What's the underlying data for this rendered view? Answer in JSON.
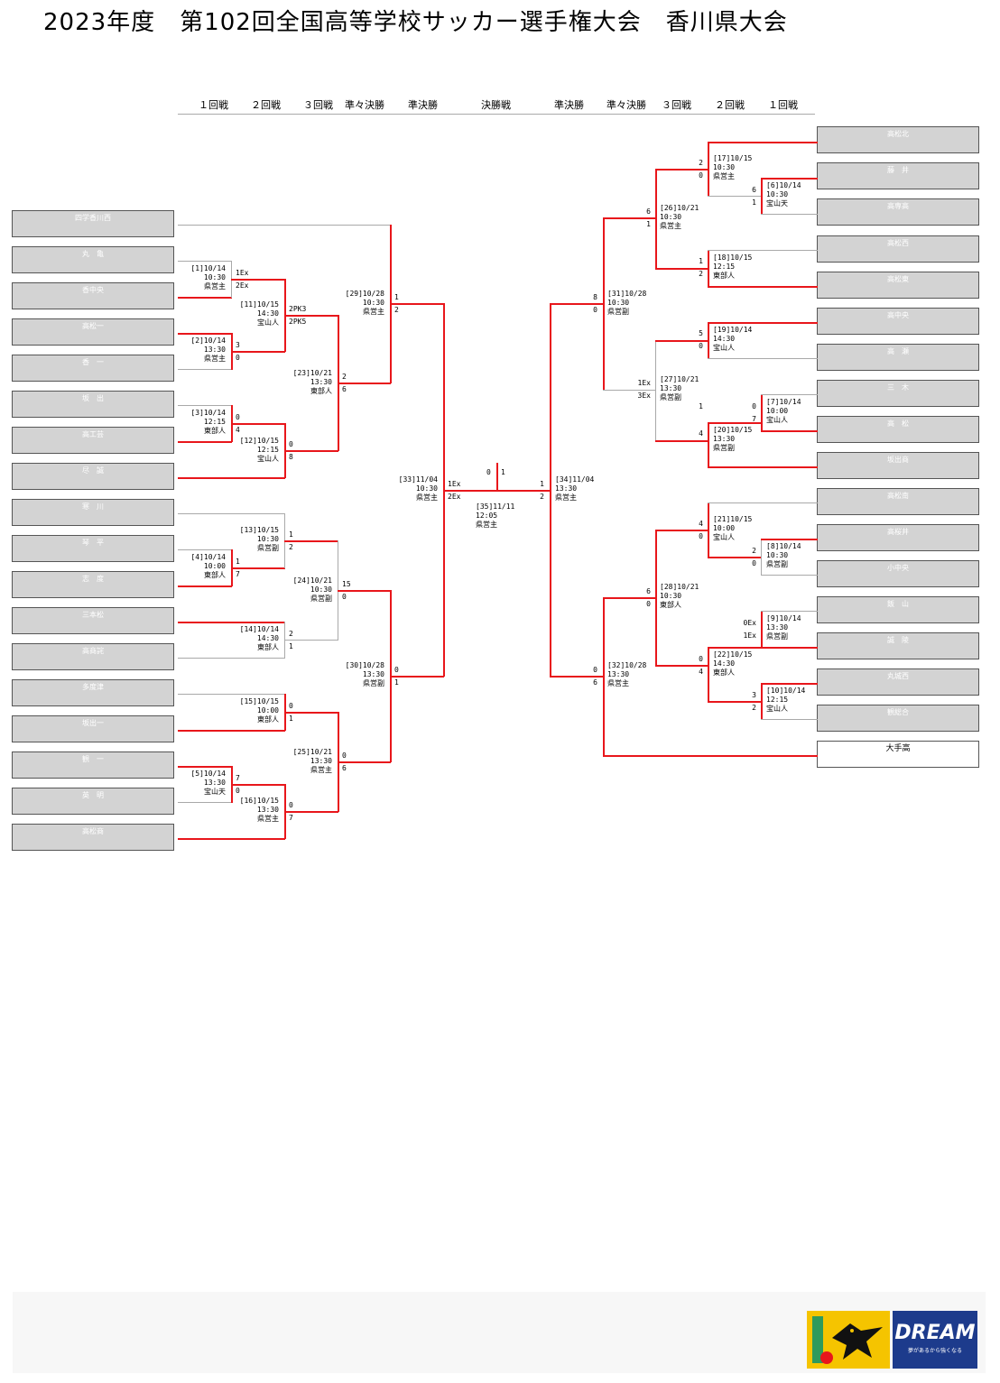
{
  "title": "2023年度　第102回全国高等学校サッカー選手権大会　香川県大会",
  "round_headers_left": [
    "１回戦",
    "２回戦",
    "３回戦",
    "準々決勝",
    "準決勝",
    "決勝戦"
  ],
  "round_headers_right": [
    "準決勝",
    "準々決勝",
    "３回戦",
    "２回戦",
    "１回戦"
  ],
  "left_teams": [
    "四学香川西",
    "丸　亀",
    "香中央",
    "高松一",
    "香　一",
    "坂　出",
    "高工芸",
    "尽　誠",
    "寒　川",
    "琴　平",
    "志　度",
    "三本松",
    "高商詫",
    "多度津",
    "坂出一",
    "観　一",
    "英　明",
    "高松商"
  ],
  "right_teams": [
    "高松北",
    "藤　井",
    "高専高",
    "高松西",
    "高松東",
    "高中央",
    "高　瀬",
    "三　木",
    "高　松",
    "坂出商",
    "高松南",
    "高桜井",
    "小中央",
    "飯　山",
    "誠　陵",
    "丸城西",
    "観総合",
    "大手高"
  ],
  "matches": {
    "m1": "[1]10/14\n10:30\n県営主",
    "m2": "[2]10/14\n13:30\n県営主",
    "m3": "[3]10/14\n12:15\n東部人",
    "m4": "[4]10/14\n10:00\n東部人",
    "m5": "[5]10/14\n13:30\n宝山天",
    "m11": "[11]10/15\n14:30\n宝山人",
    "m12": "[12]10/15\n12:15\n宝山人",
    "m13": "[13]10/15\n10:30\n県営副",
    "m14": "[14]10/14\n14:30\n東部人",
    "m15": "[15]10/15\n10:00\n東部人",
    "m16": "[16]10/15\n13:30\n県営主",
    "m23": "[23]10/21\n13:30\n東部人",
    "m24": "[24]10/21\n10:30\n県営副",
    "m25": "[25]10/21\n13:30\n県営主",
    "m29": "[29]10/28\n10:30\n県営主",
    "m30": "[30]10/28\n13:30\n県営副",
    "m33": "[33]11/04\n10:30\n県営主",
    "m35": "[35]11/11\n12:05\n県営主",
    "m34": "[34]11/04\n13:30\n県営主",
    "m31": "[31]10/28\n10:30\n県営副",
    "m32": "[32]10/28\n13:30\n県営主",
    "m26": "[26]10/21\n10:30\n県営主",
    "m27": "[27]10/21\n13:30\n県営副",
    "m28": "[28]10/21\n10:30\n東部人",
    "m17": "[17]10/15\n10:30\n県営主",
    "m18": "[18]10/15\n12:15\n東部人",
    "m19": "[19]10/14\n14:30\n宝山人",
    "m20": "[20]10/15\n13:30\n県営副",
    "m21": "[21]10/15\n10:00\n宝山人",
    "m22": "[22]10/15\n14:30\n東部人",
    "m6": "[6]10/14\n10:30\n宝山天",
    "m7": "[7]10/14\n10:00\n宝山人",
    "m8": "[8]10/14\n10:30\n県営副",
    "m9": "[9]10/14\n13:30\n県営副",
    "m10": "[10]10/14\n12:15\n宝山人"
  },
  "scores": {
    "m1": [
      "1Ex",
      "2Ex"
    ],
    "m2": [
      "3",
      "0"
    ],
    "m3": [
      "0",
      "4"
    ],
    "m4": [
      "1",
      "7"
    ],
    "m5": [
      "7",
      "0"
    ],
    "m11": [
      "2PK3",
      "2PK5"
    ],
    "m12": [
      "0",
      "8"
    ],
    "m13": [
      "1",
      "2"
    ],
    "m14": [
      "2",
      "1"
    ],
    "m15": [
      "0",
      "1"
    ],
    "m16": [
      "0",
      "7"
    ],
    "m23": [
      "2",
      "6"
    ],
    "m24": [
      "15",
      "0"
    ],
    "m25": [
      "0",
      "6"
    ],
    "m29": [
      "1",
      "2"
    ],
    "m30": [
      "0",
      "1"
    ],
    "m33": [
      "1Ex",
      "2Ex"
    ],
    "m35": [
      "0",
      "1"
    ],
    "m34": [
      "1",
      "2"
    ],
    "m31": [
      "8",
      "0"
    ],
    "m32": [
      "0",
      "6"
    ],
    "m26": [
      "6",
      "1"
    ],
    "m27": [
      "1Ex",
      "3Ex"
    ],
    "m28": [
      "6",
      "0"
    ],
    "m17": [
      "2",
      "0"
    ],
    "m18": [
      "1",
      "2"
    ],
    "m19": [
      "5",
      "0"
    ],
    "m20": [
      "1",
      "4"
    ],
    "m21": [
      "4",
      "0"
    ],
    "m22": [
      "0",
      "4"
    ],
    "m6": [
      "6",
      "1"
    ],
    "m7": [
      "0",
      "7"
    ],
    "m8": [
      "2",
      "0"
    ],
    "m9": [
      "0Ex",
      "1Ex"
    ],
    "m10": [
      "3",
      "2"
    ]
  },
  "logos": {
    "kfa_icon": "crow-emblem-icon",
    "dream_word": "DREAM",
    "dream_tagline": "夢があるから強くなる"
  }
}
